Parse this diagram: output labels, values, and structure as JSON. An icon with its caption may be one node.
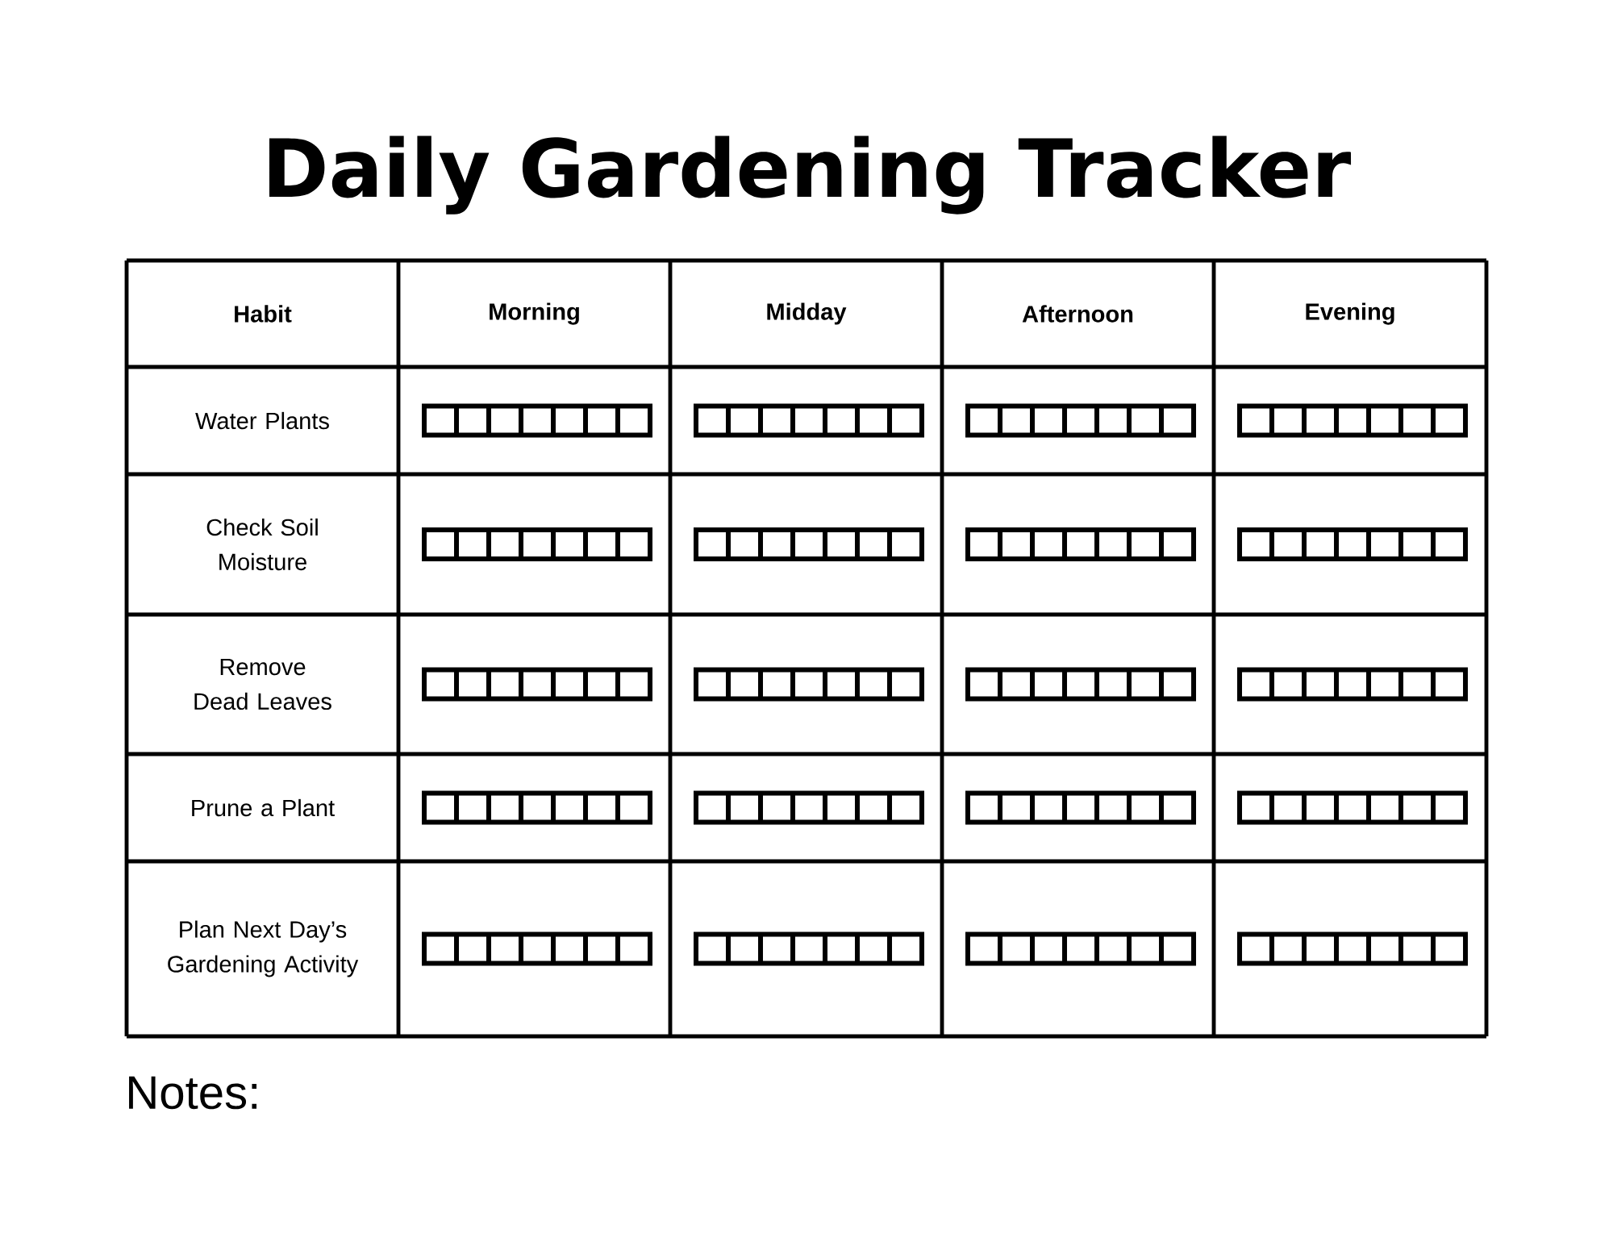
{
  "diagram": {
    "title": "Daily Gardening Tracker",
    "labels": [
      "Habit",
      "Morning",
      "Midday",
      "Afternoon",
      "Evening",
      "Water Plants",
      "Check Soil Moisture",
      "Remove Dead Leaves",
      "Prune a Plant",
      "Plan Next Day’s Gardening Activity",
      "Notes:"
    ]
  }
}
